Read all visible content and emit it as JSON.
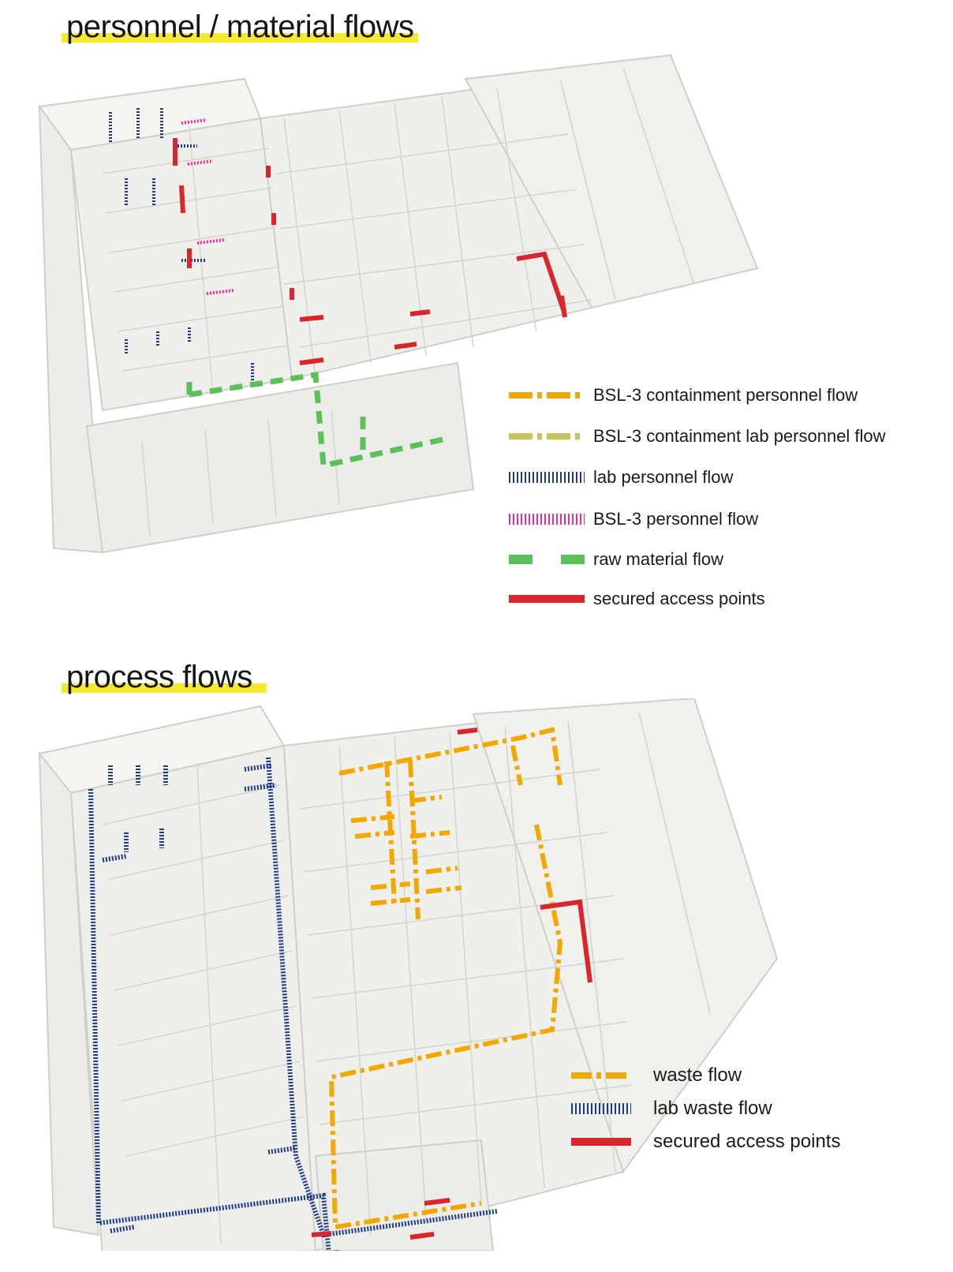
{
  "colors": {
    "heading_highlight": "#f6e72f",
    "building_fill": "#e9e9e5",
    "building_edge": "#cfcfca",
    "containment_personnel": "#f2a800",
    "containment_lab_personnel": "#c8c45a",
    "lab_personnel": "#1e3b8a",
    "bsl3_personnel": "#ee2b96",
    "raw_material": "#5cc05a",
    "secured": "#d9252b",
    "waste": "#f2a800",
    "lab_waste": "#1e3b8a"
  },
  "section1": {
    "title": "personnel / material flows",
    "legend": [
      {
        "label": "BSL-3 containment personnel flow",
        "style": "dashdot",
        "color_key": "containment_personnel"
      },
      {
        "label": "BSL-3 containment lab personnel flow",
        "style": "dashdot",
        "color_key": "containment_lab_personnel"
      },
      {
        "label": "lab personnel flow",
        "style": "hatch",
        "color_key": "lab_personnel"
      },
      {
        "label": "BSL-3 personnel flow",
        "style": "hatch",
        "color_key": "bsl3_personnel"
      },
      {
        "label": "raw material flow",
        "style": "dash",
        "color_key": "raw_material"
      },
      {
        "label": "secured access points",
        "style": "solid",
        "color_key": "secured"
      }
    ]
  },
  "section2": {
    "title": "process flows",
    "legend": [
      {
        "label": "waste flow",
        "style": "dashdot",
        "color_key": "waste"
      },
      {
        "label": "lab waste flow",
        "style": "hatch",
        "color_key": "lab_waste"
      },
      {
        "label": "secured access points",
        "style": "solid",
        "color_key": "secured"
      }
    ]
  }
}
